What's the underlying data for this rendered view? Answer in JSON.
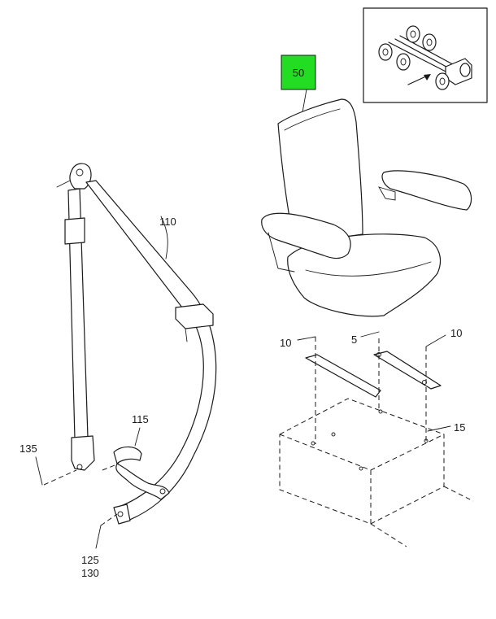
{
  "callouts": {
    "c50": "50",
    "c110": "110",
    "c115": "115",
    "c135": "135",
    "c125": "125",
    "c130": "130",
    "c10a": "10",
    "c5": "5",
    "c10b": "10",
    "c15": "15"
  },
  "colors": {
    "highlight": "#22dd22",
    "line": "#1a1a1a"
  }
}
